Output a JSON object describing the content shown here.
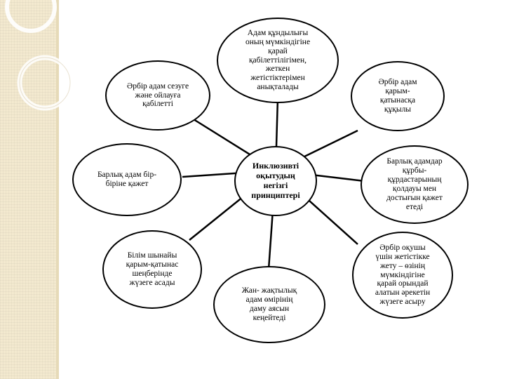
{
  "diagram": {
    "center": "Инклюзивті\nоқытудың\nнегізгі\nпринциптері",
    "nodes": [
      "Адам құндылығы\nоның мүмкіндігіне\nқарай\nқабілеттілігімен,\nжеткен\nжетістіктерімен\nанықталады",
      "Әрбір адам\nқарым-\nқатынасқа\nқұқылы",
      "Барлық адамдар\nқұрбы-\nқұрдастарының\nқолдауы мен\nдостығын қажет\nетеді",
      "Әрбір оқушы\nүшін жетістікке\nжету – өзінің\nмүмкіндігіне\nқарай орындай\nалатын әрекетін\nжүзеге асыру",
      "Жан- жақтылық\nадам өмірінің\nдаму аясын\nкеңейтеді",
      "Білім шынайы\nқарым-қатынас\nшеңберінде\nжүзеге асады",
      "Барлық адам бір-\nбіріне қажет",
      "Әрбір адам сезуге\nжәне ойлауға\nқабілетті"
    ]
  }
}
